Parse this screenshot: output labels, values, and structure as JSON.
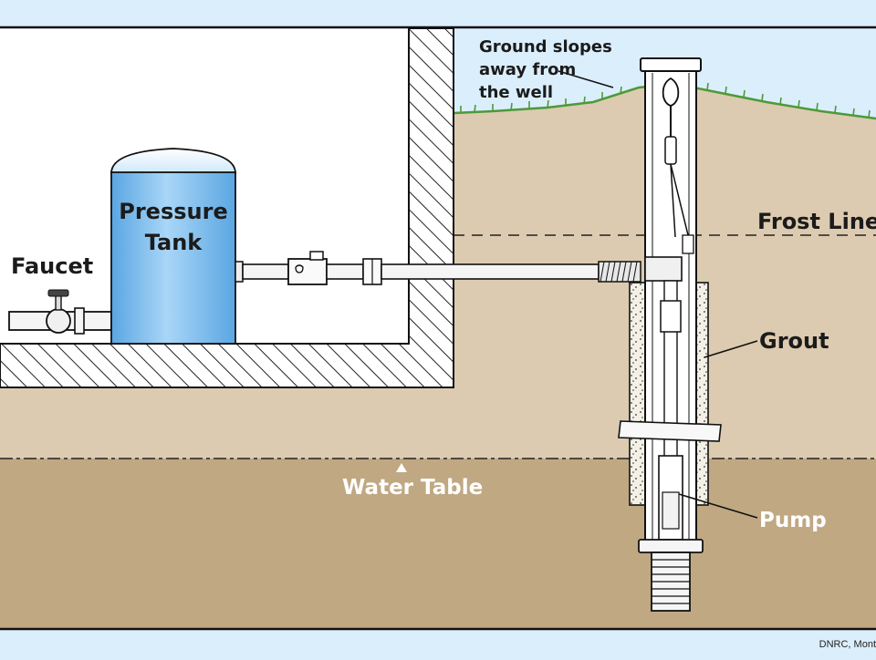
{
  "labels": {
    "ground_slopes": [
      "Ground slopes",
      "away from",
      "the well"
    ],
    "frost_line": "Frost Line",
    "pressure_tank": [
      "Pressure",
      "Tank"
    ],
    "faucet": "Faucet",
    "grout": "Grout",
    "water_table": "Water Table",
    "pump": "Pump"
  },
  "credit": "DNRC, Mont",
  "colors": {
    "background": "#dbeefb",
    "soil": "#dccbb0",
    "saturated_soil": "#bfa882",
    "building_floor": "#ffffff",
    "tank": "#74b7ea",
    "grass": "#4c9a3a",
    "outline": "#111111"
  },
  "icons": [
    "faucet-icon",
    "pressure-tank-icon",
    "well-casing-icon",
    "pump-icon",
    "grass-icon"
  ]
}
